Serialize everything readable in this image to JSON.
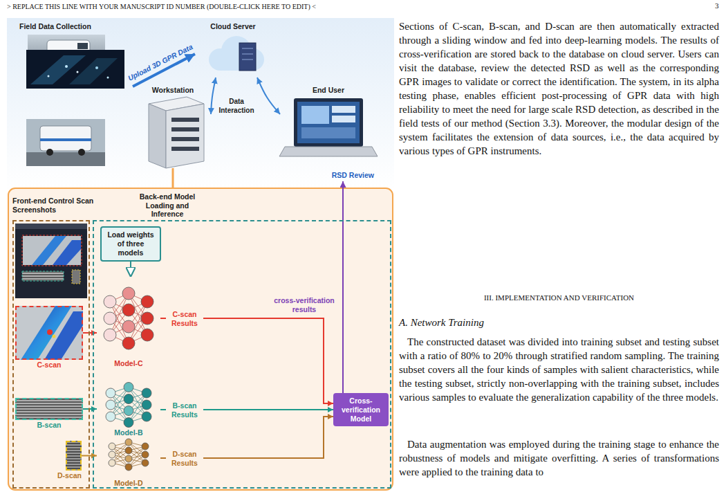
{
  "diagram": {
    "nodes": [
      {
        "text": [
          "Field Data Collection"
        ]
      },
      {
        "text": [
          "Cloud Server"
        ]
      },
      {
        "text": [
          "Workstation"
        ]
      },
      {
        "text": [
          "End User",
          "RSD Review"
        ]
      },
      {
        "text": [
          "Front-end Control Scan Screenshots"
        ]
      },
      {
        "text": [
          "Back-end Model Loading and Inference"
        ]
      },
      {
        "text": [
          "C-scan"
        ],
        "in": 4
      },
      {
        "text": [
          "B-scan"
        ],
        "in": 4
      },
      {
        "text": [
          "D-scan"
        ],
        "in": 4
      },
      {
        "text": [
          "Load weights of three models"
        ],
        "in": 5
      },
      {
        "text": [
          "Model-C"
        ],
        "in": 5
      },
      {
        "text": [
          "Model-B"
        ],
        "in": 5
      },
      {
        "text": [
          "Model-D"
        ],
        "in": 5
      },
      {
        "text": [
          "Cross-verification Model"
        ],
        "in": 5
      }
    ],
    "edges": [
      {
        "from": 0,
        "to": 1,
        "label": "Upload 3D GPR Data",
        "arrow": "to"
      },
      {
        "from": 1,
        "to": 2,
        "label": "Data Interaction",
        "arrow": "both"
      },
      {
        "from": 1,
        "to": 3,
        "arrow": "both"
      },
      {
        "from": 6,
        "to": 10,
        "arrow": "to"
      },
      {
        "from": 7,
        "to": 11,
        "arrow": "to"
      },
      {
        "from": 8,
        "to": 12,
        "arrow": "to"
      },
      {
        "from": 9,
        "to": 10,
        "arrow": "to"
      },
      {
        "from": 10,
        "to": 13,
        "label": "C-scan Results",
        "arrow": "to"
      },
      {
        "from": 11,
        "to": 13,
        "label": "B-scan Results",
        "arrow": "to"
      },
      {
        "from": 12,
        "to": 13,
        "label": "D-scan Results",
        "arrow": "to"
      },
      {
        "from": 13,
        "to": 3,
        "label": "cross-verification results",
        "arrow": "to"
      }
    ],
    "labels": [
      "> REPLACE THIS LINE WITH YOUR MANUSCRIPT ID NUMBER (DOUBLE-CLICK HERE TO EDIT) <",
      "3",
      "Sections of C-scan, B-scan, and D-scan are then automatically extracted through a sliding window and fed into deep-learning models. The results of cross-verification are stored back to the database on cloud server. Users can visit the database, review the detected RSD as well as the corresponding GPR images to validate or correct the identification. The system, in its alpha testing phase, enables efficient post-processing of GPR data with high reliability to meet the need for large scale RSD detection, as described in the field tests of our method (Section 3.3). Moreover, the modular design of the system facilitates the extension of data sources, i.e., the data acquired by various types of GPR instruments.",
      "III. IMPLEMENTATION AND VERIFICATION",
      "A. Network Training",
      "The constructed dataset was divided into training subset and testing subset with a ratio of 80% to 20% through stratified random sampling. The training subset covers all the four kinds of samples with salient characteristics, while the testing subset, strictly non-overlapping with the training subset, includes various samples to evaluate the generalization capability of the three models.",
      "Data augmentation was employed during the training stage to enhance the robustness of models and mitigate overfitting. A series of transformations were applied to the training data to"
    ]
  }
}
